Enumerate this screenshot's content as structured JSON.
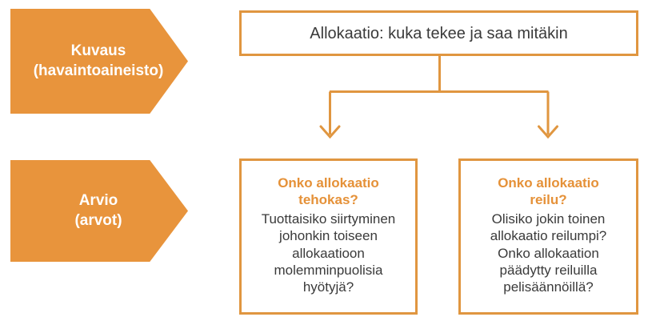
{
  "diagram": {
    "title_text": "Allokaatio: kuka tekee ja saa mitäkin",
    "accent_color": "#e8943c",
    "border_color": "#e09640",
    "heading_color": "#e59138",
    "body_text_color": "#3a3a3a",
    "connector_color": "#e09640",
    "stages": [
      {
        "id": "kuvaus",
        "label": "Kuvaus\n(havaintoaineisto)"
      },
      {
        "id": "arvio",
        "label": "Arvio\n(arvot)"
      }
    ],
    "top_box": {
      "text": "Allokaatio: kuka tekee ja saa mitäkin"
    },
    "bottom_boxes": [
      {
        "id": "tehokas",
        "heading": "Onko allokaatio\ntehokas?",
        "body": "Tuottaisiko siirtyminen\njohonkin toiseen\nallokaatioon\nmolemminpuolisia\nhyötyjä?"
      },
      {
        "id": "reilu",
        "heading": "Onko allokaatio\nreilu?",
        "body": "Olisiko jokin toinen\nallokaatio reilumpi?\nOnko allokaation\npäädytty reiluilla\npelisäännöillä?"
      }
    ]
  }
}
